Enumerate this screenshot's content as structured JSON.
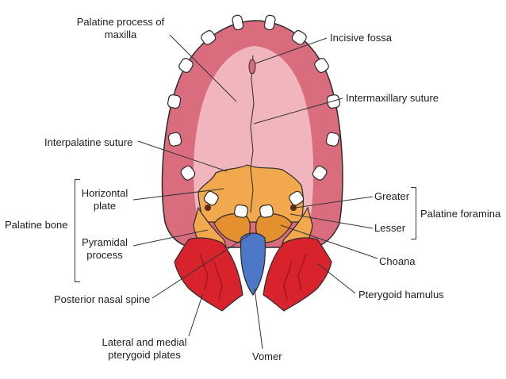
{
  "colors": {
    "gum": "#d96d7e",
    "palate": "#f1b5be",
    "horizontal_plate": "#f2a84c",
    "pterygoid": "#d9232c",
    "vomer": "#4c78c7",
    "tooth": "#ffffff",
    "outline": "#2b2b2b"
  },
  "labels": {
    "palatine_process": [
      "Palatine process of",
      "maxilla"
    ],
    "incisive_fossa": "Incisive fossa",
    "intermaxillary_suture": "Intermaxillary suture",
    "interpalatine_suture": "Interpalatine suture",
    "horizontal_plate": [
      "Horizontal",
      "plate"
    ],
    "palatine_bone": "Palatine bone",
    "pyramidal_process": [
      "Pyramidal",
      "process"
    ],
    "greater": "Greater",
    "lesser": "Lesser",
    "palatine_foramina": "Palatine foramina",
    "choana": "Choana",
    "posterior_nasal_spine": "Posterior nasal spine",
    "pterygoid_hamulus": "Pterygoid hamulus",
    "lateral_medial_pterygoid": [
      "Lateral and medial",
      "pterygoid plates"
    ],
    "vomer": "Vomer"
  }
}
